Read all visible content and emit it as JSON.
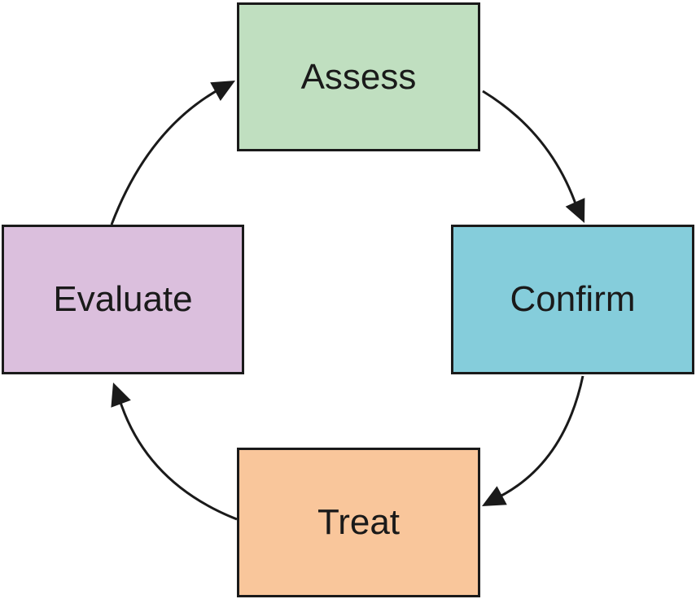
{
  "diagram": {
    "type": "cycle",
    "nodes": [
      {
        "id": "assess",
        "label": "Assess",
        "color": "#c0dfc0"
      },
      {
        "id": "confirm",
        "label": "Confirm",
        "color": "#85cddb"
      },
      {
        "id": "treat",
        "label": "Treat",
        "color": "#f9c69b"
      },
      {
        "id": "evaluate",
        "label": "Evaluate",
        "color": "#dbbfdd"
      }
    ],
    "edges": [
      {
        "from": "assess",
        "to": "confirm"
      },
      {
        "from": "confirm",
        "to": "treat"
      },
      {
        "from": "treat",
        "to": "evaluate"
      },
      {
        "from": "evaluate",
        "to": "assess"
      }
    ],
    "line_color": "#1a1a1a"
  }
}
